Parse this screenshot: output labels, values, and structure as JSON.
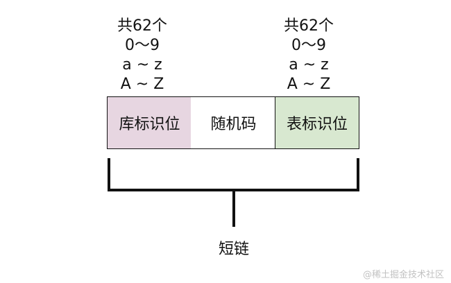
{
  "left_note": {
    "lines": [
      "共62个",
      "0～9",
      "a ~ z",
      "A ~ Z"
    ]
  },
  "right_note": {
    "lines": [
      "共62个",
      "0～9",
      "a ~ z",
      "A ~ Z"
    ]
  },
  "segments": [
    {
      "label": "库标识位",
      "color": "#e7d6e1"
    },
    {
      "label": "随机码",
      "color": "#ffffff"
    },
    {
      "label": "表标识位",
      "color": "#d8e8d0"
    }
  ],
  "caption": "短链",
  "watermark": "@稀土掘金技术社区"
}
